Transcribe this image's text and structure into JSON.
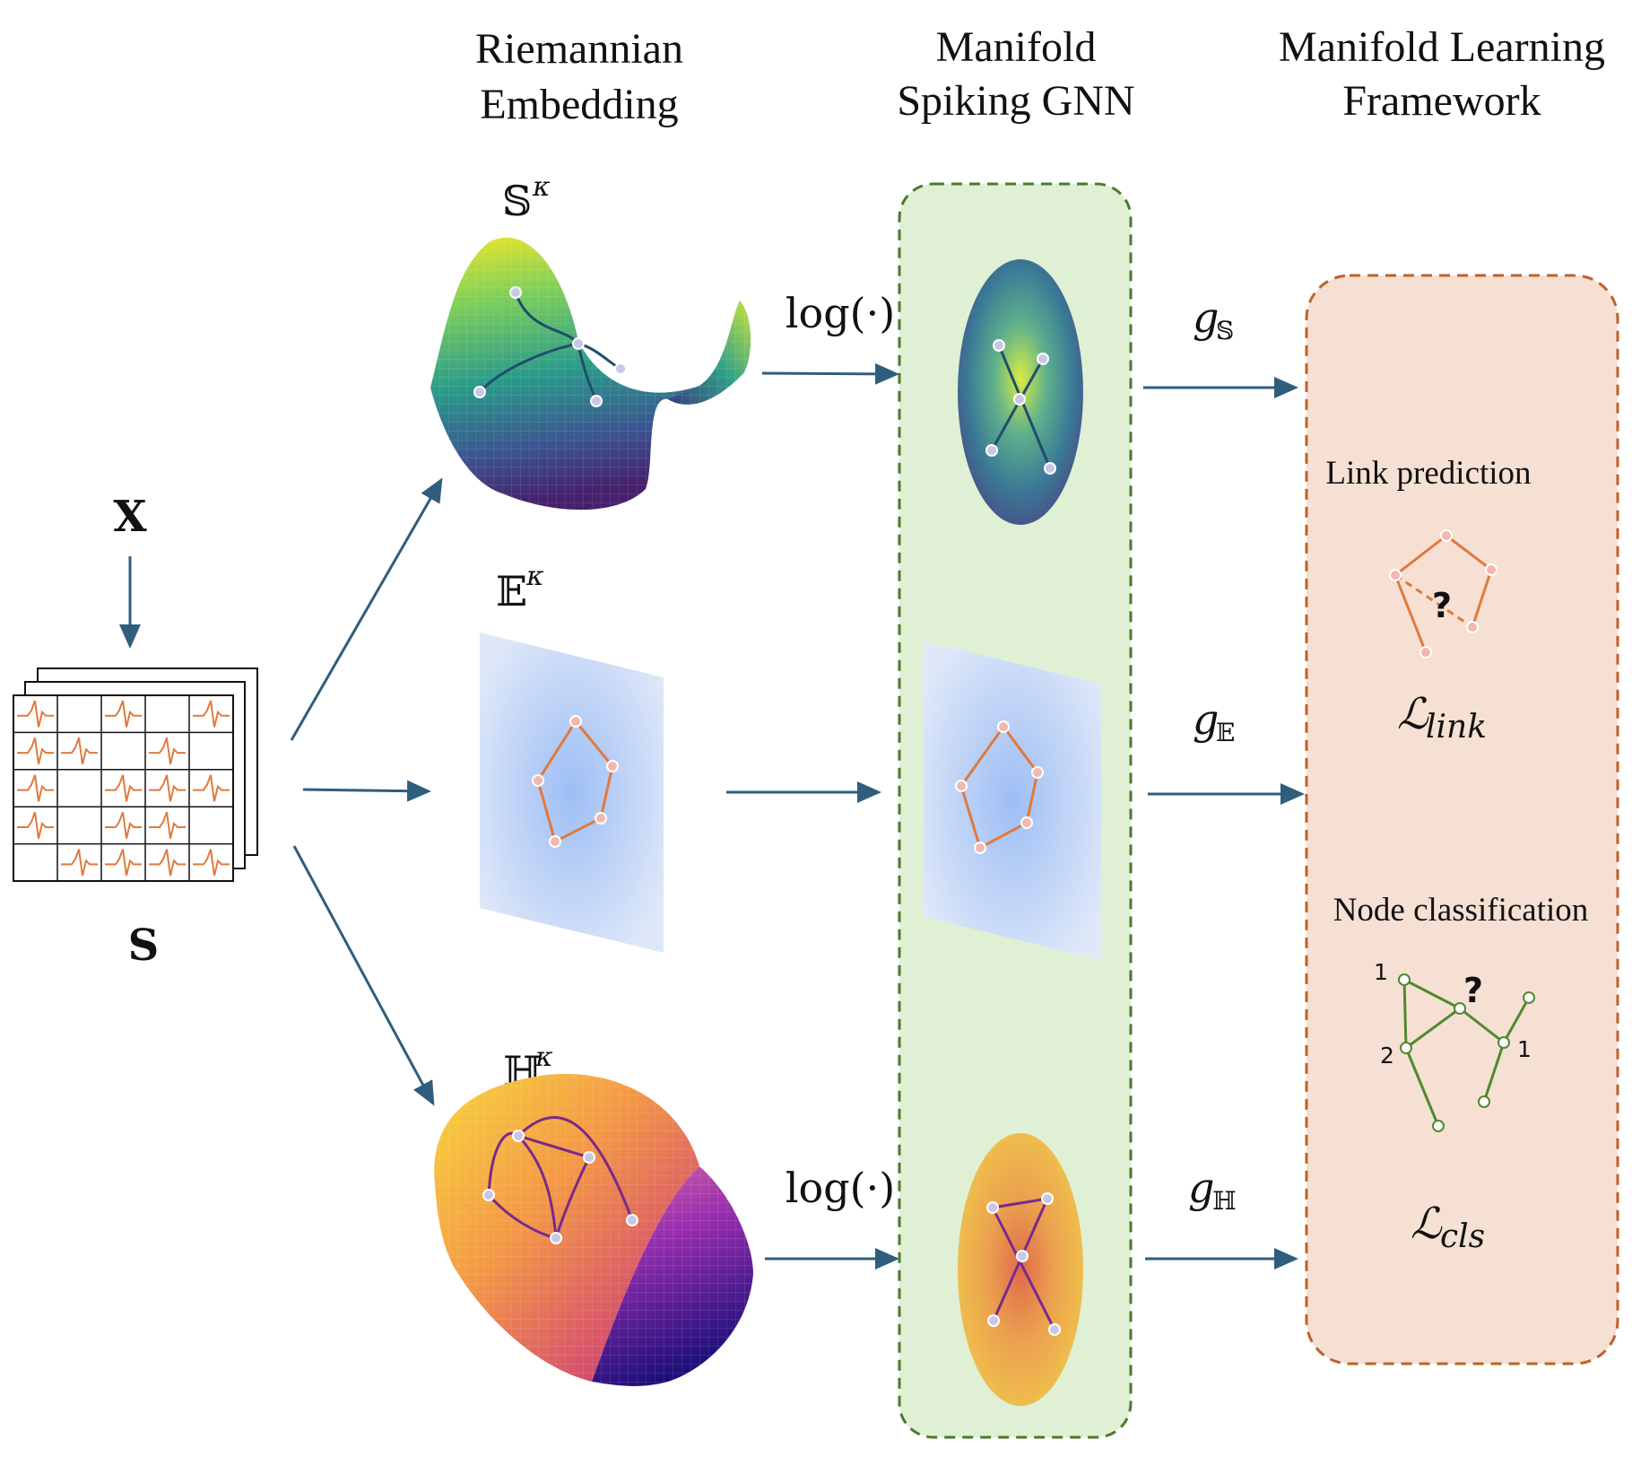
{
  "headers": {
    "riemannian_line1": "Riemannian",
    "riemannian_line2": "Embedding",
    "msgnn_line1": "Manifold",
    "msgnn_line2": "Spiking GNN",
    "mlf_line1": "Manifold Learning",
    "mlf_line2": "Framework"
  },
  "inputs": {
    "features": "X",
    "spikes": "S"
  },
  "spaces": {
    "spherical": {
      "letter": "𝕊",
      "sup": "κ"
    },
    "euclidean": {
      "letter": "𝔼",
      "sup": "κ"
    },
    "hyperbolic": {
      "letter": "ℍ",
      "sup": "κ"
    }
  },
  "maps": {
    "log_top": "log(·)",
    "log_bottom": "log(·)",
    "g_s": {
      "g": "g",
      "sub": "𝕊"
    },
    "g_e": {
      "g": "g",
      "sub": "𝔼"
    },
    "g_h": {
      "g": "g",
      "sub": "ℍ"
    }
  },
  "tasks": {
    "link_prediction": "Link prediction",
    "node_classification": "Node classification",
    "link_question": "?",
    "node_question": "?",
    "label_a": "1",
    "label_b": "2",
    "label_c": "1",
    "loss_link": {
      "L": "ℒ",
      "sub": "link"
    },
    "loss_cls": {
      "L": "ℒ",
      "sub": "cls"
    }
  },
  "colors": {
    "arrow": "#2f5d7e",
    "gnn_fill": "#dff0d4",
    "gnn_border": "#4a7a2c",
    "mlf_fill": "#f6e0d4",
    "mlf_border": "#c0602a",
    "orange_graph": "#e07a3c",
    "green_graph": "#4f8a2e",
    "plane_blue": "#a9c4f2"
  }
}
